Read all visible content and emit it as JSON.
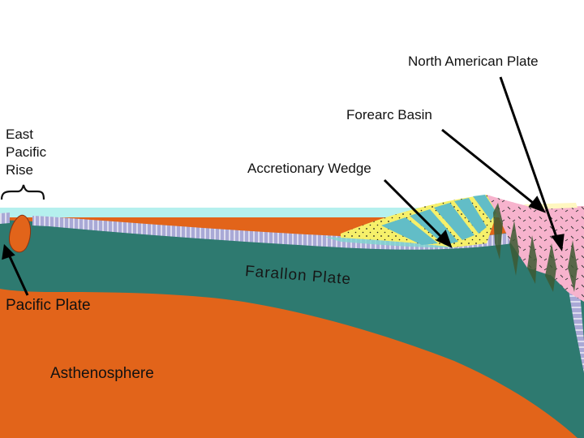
{
  "diagram": {
    "labels": {
      "north_american_plate": "North American Plate",
      "forearc_basin": "Forearc Basin",
      "accretionary_wedge": "Accretionary Wedge",
      "east_pacific_rise": [
        "East",
        "Pacific",
        "Rise"
      ],
      "farallon_plate": "Farallon Plate",
      "pacific_plate": "Pacific Plate",
      "asthenosphere": "Asthenosphere"
    },
    "colors": {
      "ocean": "#b5f0ee",
      "asthenosphere": "#e2641a",
      "lithosphere": "#2e7a70",
      "ocean_crust": "#a9a9d6",
      "accretionary_wedge_sediment": "#f6f06a",
      "accretionary_wedge_stripes": "#62bdc7",
      "continental_crust": "#f7b3cd",
      "sky": "#ffffff"
    }
  }
}
